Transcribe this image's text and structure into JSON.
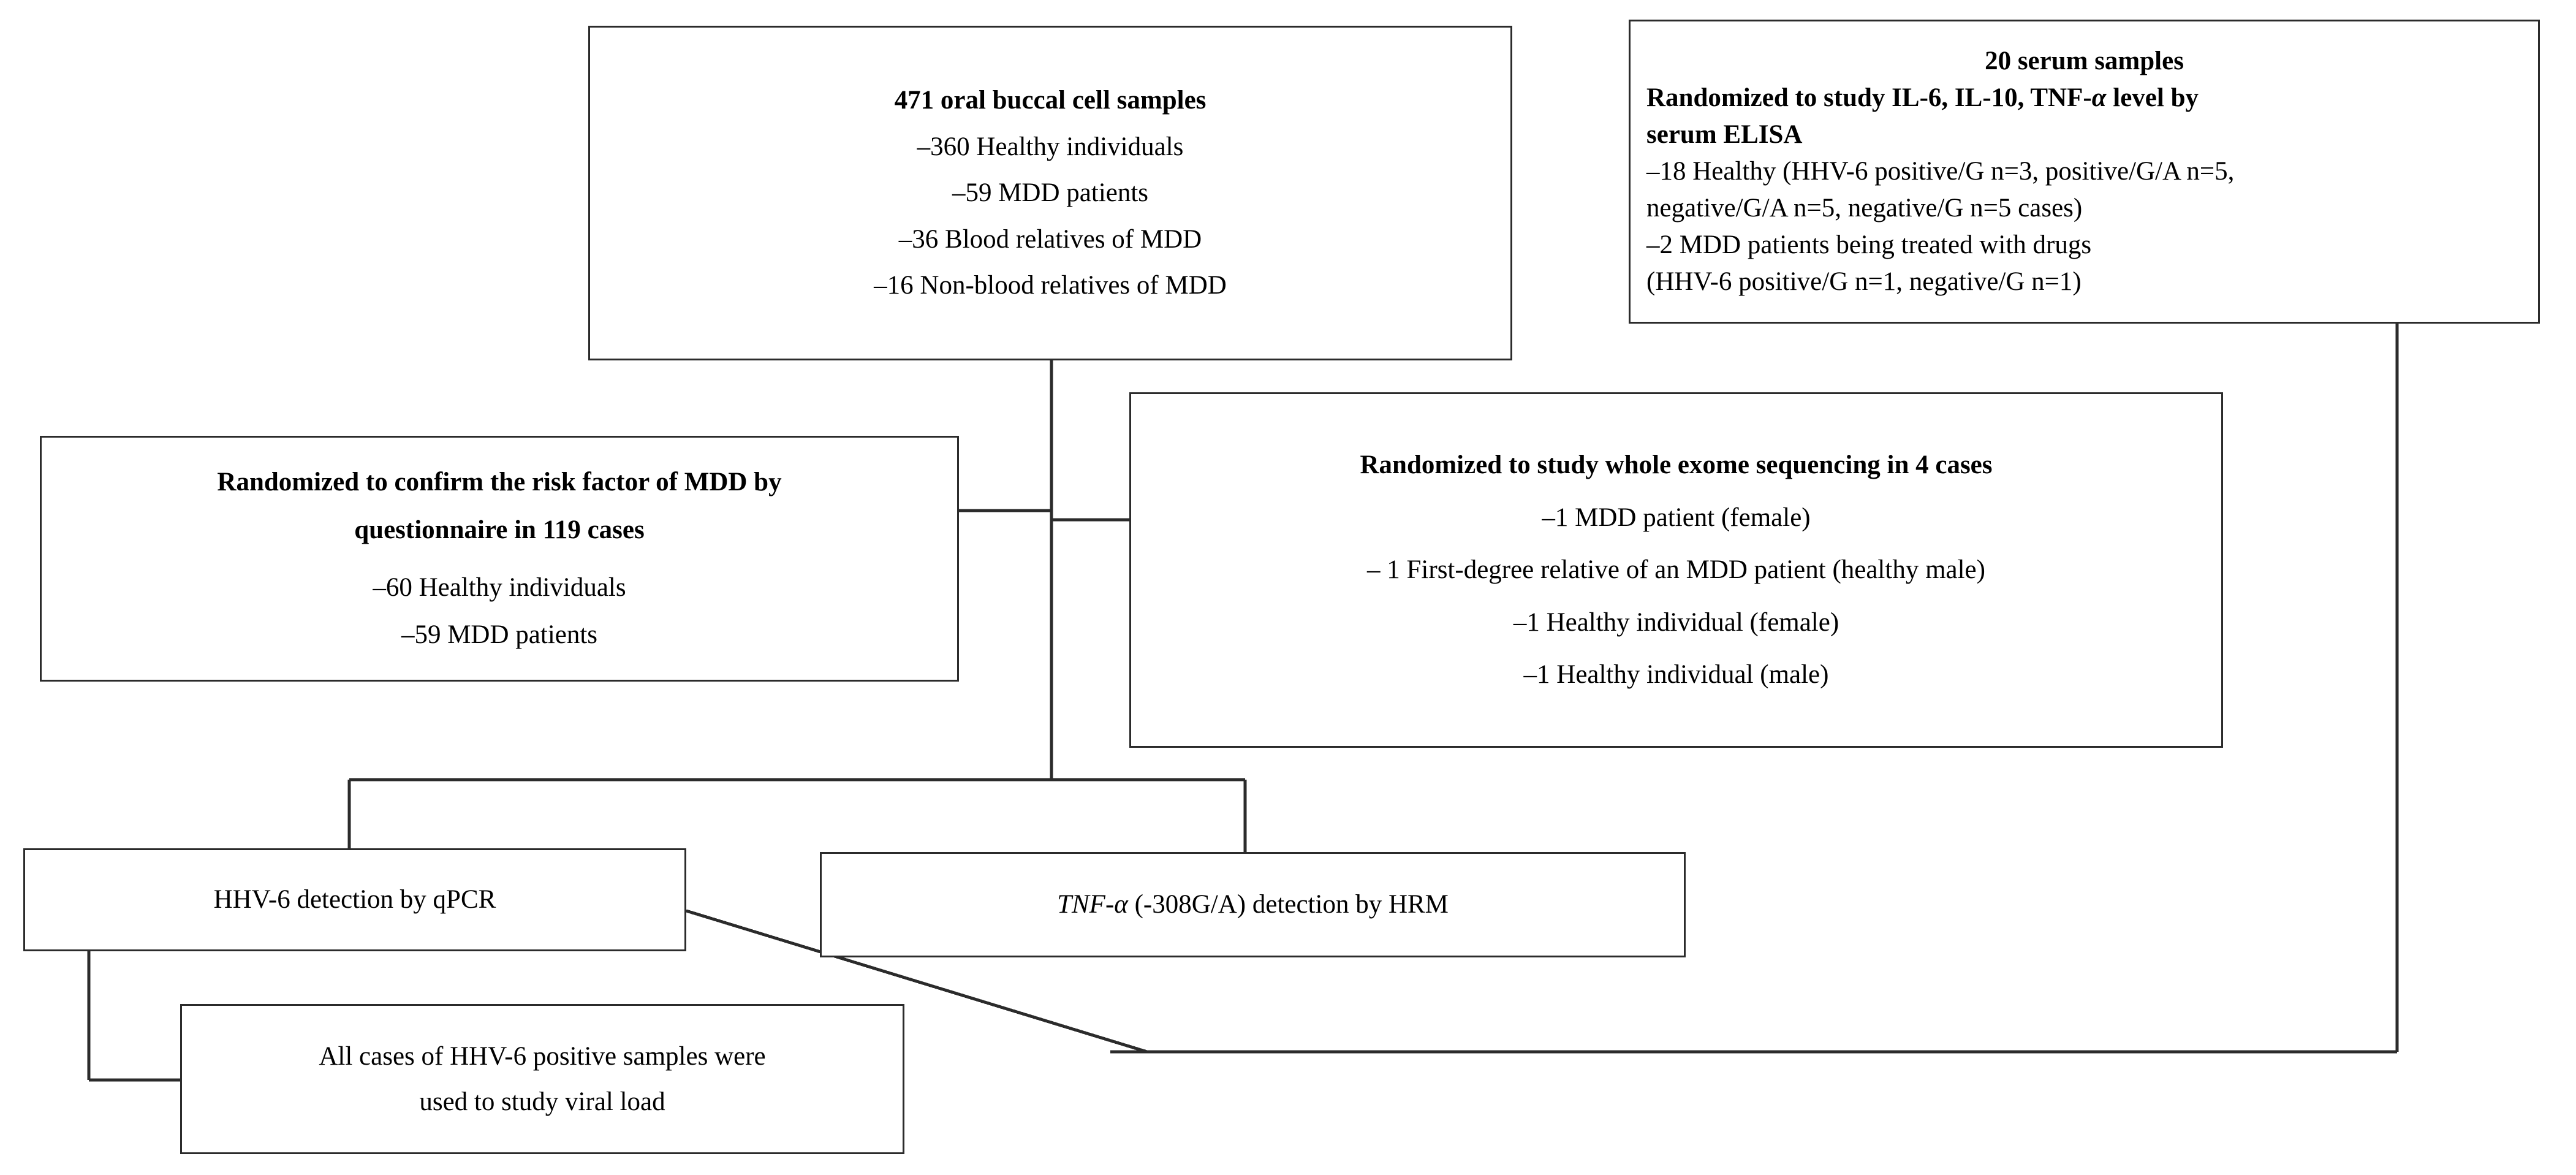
{
  "diagram": {
    "title": "Study workflow flowchart",
    "line_color": "#2b2b2b",
    "box_border_color": "#2b2b2b",
    "background": "#ffffff"
  },
  "boxes": {
    "buccal": {
      "name": "oral buccal cell samples",
      "heading": "471 oral buccal cell samples",
      "lines": [
        "–360 Healthy individuals",
        "–59 MDD patients",
        "–36 Blood relatives of MDD",
        "–16 Non-blood relatives of MDD"
      ]
    },
    "serum": {
      "name": "serum samples",
      "heading": "20  serum samples",
      "subheading_1": "Randomized to study IL-6, IL-10, TNF-",
      "subheading_alpha": "α",
      "subheading_2": " level by",
      "subheading_3": "serum ELISA",
      "lines": [
        "–18 Healthy (HHV-6 positive/G n=3, positive/G/A n=5,",
        "negative/G/A n=5, negative/G n=5 cases)",
        "–2 MDD patients being treated with drugs",
        "(HHV-6 positive/G n=1, negative/G n=1)"
      ]
    },
    "questionnaire": {
      "name": "risk factor questionnaire",
      "heading_line_1": "Randomized to confirm the risk factor of MDD by",
      "heading_line_2": "questionnaire in 119 cases",
      "lines": [
        "–60 Healthy individuals",
        "–59 MDD patients"
      ]
    },
    "exome": {
      "name": "whole exome sequencing",
      "heading": "Randomized to study whole exome sequencing in 4 cases",
      "lines": [
        "–1 MDD patient (female)",
        "– 1 First-degree relative of an MDD patient (healthy male)",
        "–1 Healthy individual (female)",
        "–1 Healthy individual (male)"
      ]
    },
    "hhv6_detection": {
      "name": "HHV-6 detection",
      "label": "HHV-6 detection by qPCR"
    },
    "tnf_detection": {
      "name": "TNF-alpha detection",
      "label_italic": "TNF-α",
      "label_rest": " (-308G/A) detection by HRM"
    },
    "viral_load": {
      "name": "viral load study",
      "line_1": "All cases of HHV-6 positive samples were",
      "line_2": "used  to study viral load"
    }
  }
}
